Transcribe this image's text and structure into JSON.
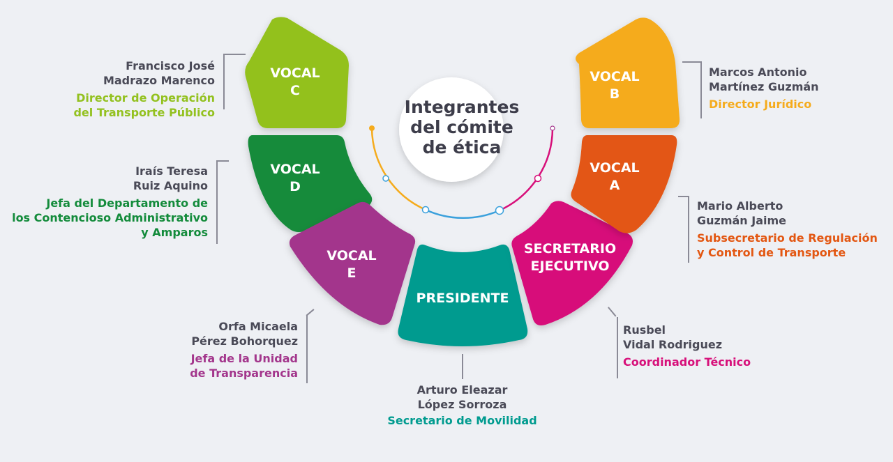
{
  "center": {
    "title_lines": [
      "Integrantes",
      "del cómite",
      "de ética"
    ]
  },
  "segments": [
    {
      "id": "presidente",
      "label_lines": [
        "PRESIDENTE"
      ],
      "color": "#009b8f"
    },
    {
      "id": "secretario",
      "label_lines": [
        "SECRETARIO",
        "EJECUTIVO"
      ],
      "color": "#d7107a"
    },
    {
      "id": "vocal-a",
      "label_lines": [
        "VOCAL",
        "A"
      ],
      "color": "#e35712"
    },
    {
      "id": "vocal-b",
      "label_lines": [
        "VOCAL",
        "B"
      ],
      "color": "#f5ab1c"
    },
    {
      "id": "vocal-c",
      "label_lines": [
        "VOCAL",
        "C"
      ],
      "color": "#93c11f"
    },
    {
      "id": "vocal-d",
      "label_lines": [
        "VOCAL",
        "D"
      ],
      "color": "#138b3b"
    },
    {
      "id": "vocal-e",
      "label_lines": [
        "VOCAL",
        "E"
      ],
      "color": "#a3368c"
    }
  ],
  "members": {
    "vocal_c": {
      "name1": "Francisco José",
      "name2": "Madrazo Marenco",
      "role1": "Director de Operación",
      "role2": "del Transporte Público",
      "role_color": "#93c11f"
    },
    "vocal_d": {
      "name1": "Iraís Teresa",
      "name2": "Ruiz Aquino",
      "role1": "Jefa del Departamento de",
      "role2": "los Contencioso Administrativo",
      "role3": "y Amparos",
      "role_color": "#138b3b"
    },
    "vocal_e": {
      "name1": "Orfa Micaela",
      "name2": "Pérez Bohorquez",
      "role1": "Jefa de la Unidad",
      "role2": "de Transparencia",
      "role_color": "#a3368c"
    },
    "presidente": {
      "name1": "Arturo Eleazar",
      "name2": "López Sorroza",
      "role1": "Secretario de Movilidad",
      "role_color": "#009b8f"
    },
    "secretario": {
      "name1": "Rusbel",
      "name2": "Vidal Rodriguez",
      "role1": "Coordinador Técnico",
      "role_color": "#d7107a"
    },
    "vocal_a": {
      "name1": "Mario Alberto",
      "name2": "Guzmán Jaime",
      "role1": "Subsecretario de Regulación",
      "role2": "y Control de Transporte",
      "role_color": "#e35712"
    },
    "vocal_b": {
      "name1": "Marcos Antonio",
      "name2": "Martínez Guzmán",
      "role1": "Director Jurídico",
      "role_color": "#f5ab1c"
    }
  }
}
